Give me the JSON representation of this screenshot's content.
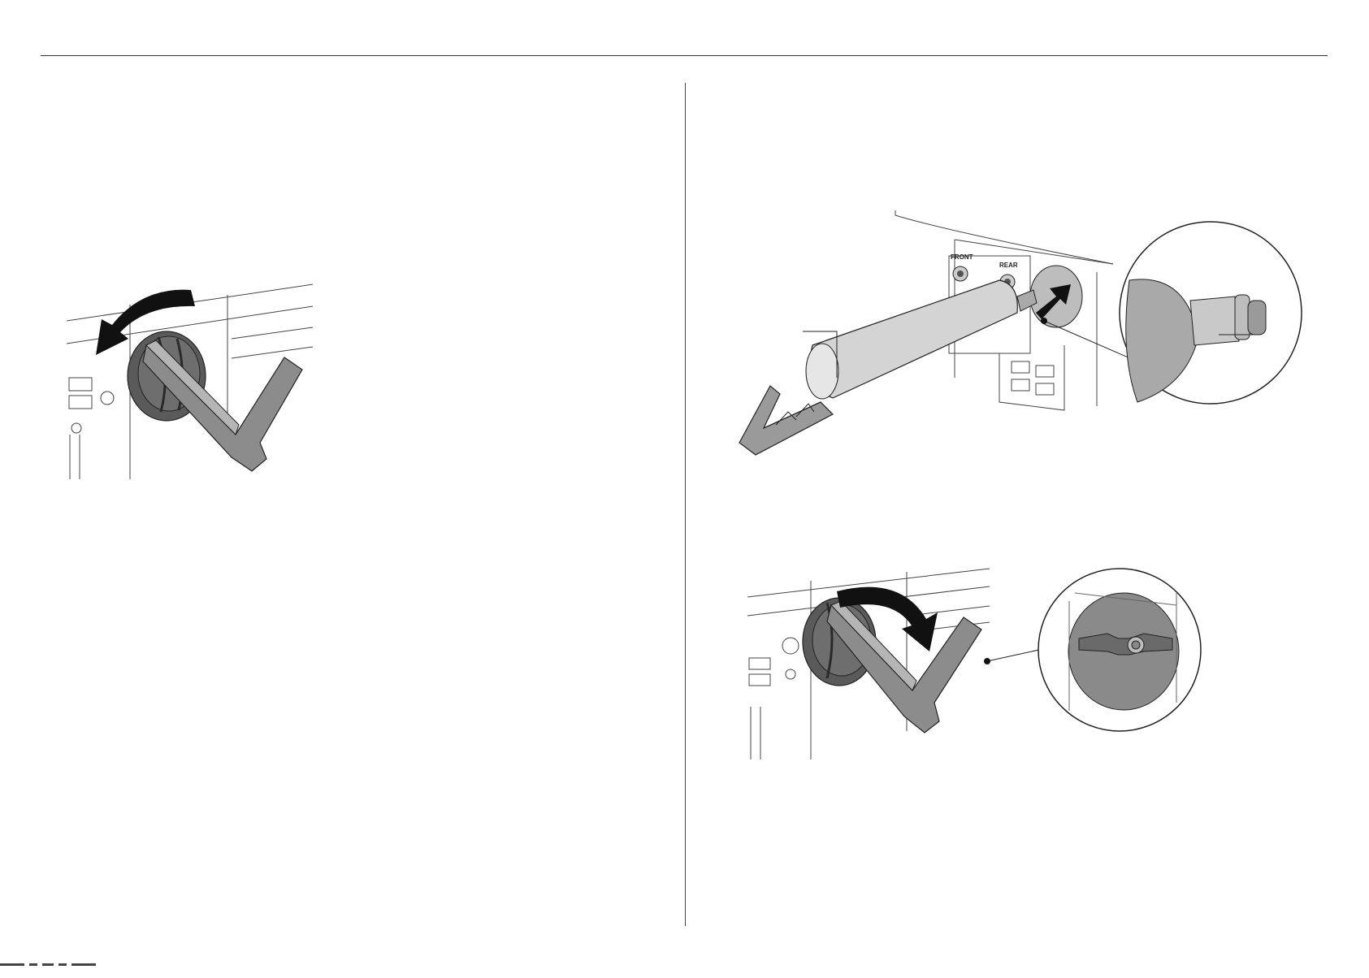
{
  "figures": {
    "remove_cap": {
      "arrow_direction": "counterclockwise"
    },
    "insert_filter": {
      "valve_labels": {
        "front": "FRONT",
        "rear": "REAR"
      },
      "arrow_direction": "push-in"
    },
    "lock_cap": {
      "arrow_direction": "clockwise"
    }
  },
  "colors": {
    "line": "#333333",
    "handle_gray": "#8c8c8c",
    "knob_dark": "#4a4a4a",
    "filter_light": "#d4d4d4",
    "callout_gray": "#a9a9a9"
  }
}
